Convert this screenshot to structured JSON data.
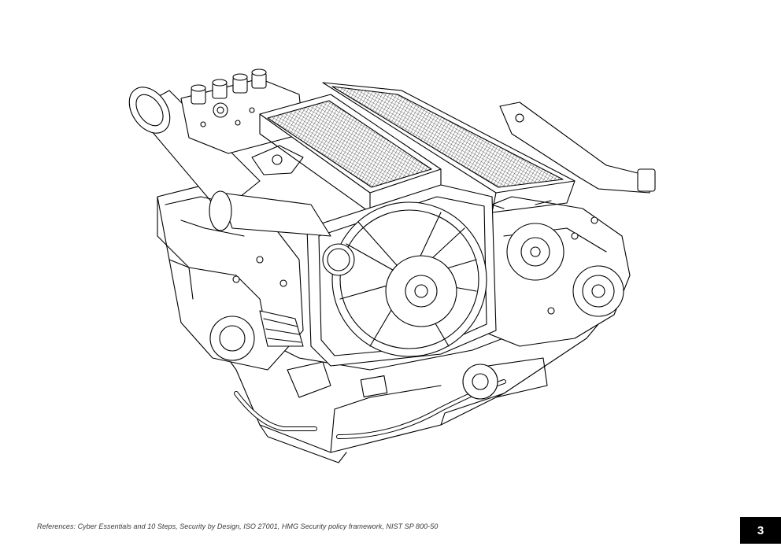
{
  "slide": {
    "illustration_icon": "engine-line-drawing",
    "references": "References: Cyber Essentials and 10 Steps, Security by Design, ISO 27001, HMG Security policy framework, NIST SP 800-50",
    "page_number": "3"
  },
  "colors": {
    "background": "#ffffff",
    "line": "#000000",
    "badge": "#000000",
    "badge_text": "#ffffff"
  }
}
